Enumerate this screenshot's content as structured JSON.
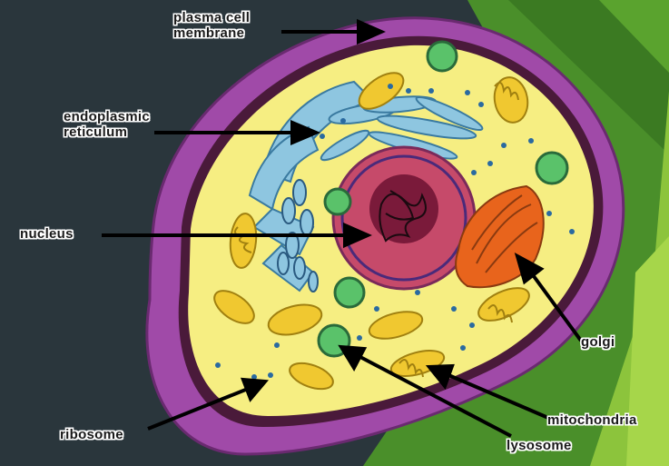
{
  "diagram": {
    "labels": {
      "plasma_membrane_line1": "plasma cell",
      "plasma_membrane_line2": "membrane",
      "er_line1": "endoplasmic",
      "er_line2": "reticulum",
      "nucleus": "nucleus",
      "golgi": "golgi",
      "mitochondria": "mitochondria",
      "lysosome": "lysosome",
      "ribosome": "ribosome"
    }
  },
  "colors": {
    "background_dark": "#2a363c",
    "background_green": "#4a8f2a",
    "background_green_light": "#8cc43c",
    "membrane_outer": "#a04aa8",
    "membrane_dark": "#4a1a3a",
    "cytoplasm": "#f6ee82",
    "nucleus_outer": "#c64a6a",
    "nucleolus": "#7a1a3a",
    "er": "#8ec6e0",
    "golgi": "#e8641c",
    "lysosome": "#5ac26a",
    "mitochondria": "#f0c830"
  }
}
